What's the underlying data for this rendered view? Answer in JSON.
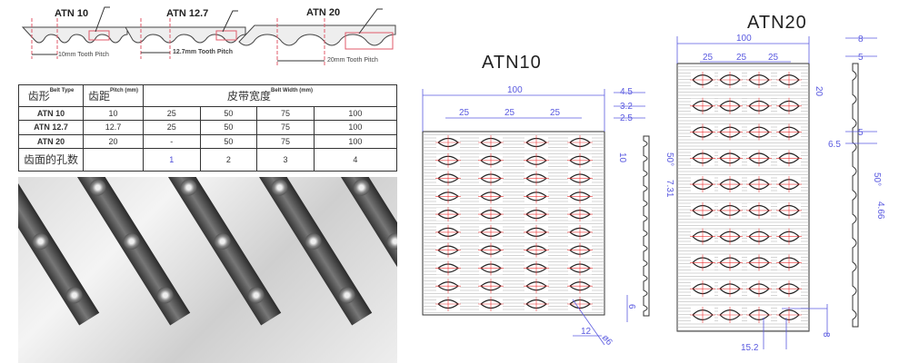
{
  "profiles": [
    {
      "title": "ATN 10",
      "pitch": "10mm Tooth Pitch"
    },
    {
      "title": "ATN 12.7",
      "pitch": "12.7mm Tooth Pitch"
    },
    {
      "title": "ATN 20",
      "pitch": "20mm Tooth Pitch"
    }
  ],
  "table": {
    "h_type_cn": "齿形",
    "h_type_en": "Belt Type",
    "h_pitch_cn": "齿距",
    "h_pitch_en": "Pitch (mm)",
    "h_width_cn": "皮带宽度",
    "h_width_en": "Belt Width (mm)",
    "rows": [
      [
        "ATN 10",
        "10",
        "25",
        "50",
        "75",
        "100"
      ],
      [
        "ATN 12.7",
        "12.7",
        "25",
        "50",
        "75",
        "100"
      ],
      [
        "ATN 20",
        "20",
        "-",
        "50",
        "75",
        "100"
      ]
    ],
    "holes_label": "齿面的孔数",
    "holes": [
      "1",
      "2",
      "3",
      "4"
    ]
  },
  "atn10": {
    "title": "ATN10",
    "width": "100",
    "col": [
      "25",
      "25",
      "25"
    ],
    "d1": "4.5",
    "d2": "3.2",
    "d3": "2.5",
    "row_pitch": "10",
    "angle": "50°",
    "depth": "7.31",
    "hole_h": "6",
    "hole_w": "12",
    "dia": "ø6"
  },
  "atn20": {
    "title": "ATN20",
    "width": "100",
    "col": [
      "25",
      "25",
      "25"
    ],
    "d1": "8",
    "d2": "5",
    "row_pitch": "20",
    "d3": "5",
    "d4": "6.5",
    "angle": "50°",
    "depth": "4.66",
    "hole_w": "15.2",
    "hole_h": "8"
  }
}
